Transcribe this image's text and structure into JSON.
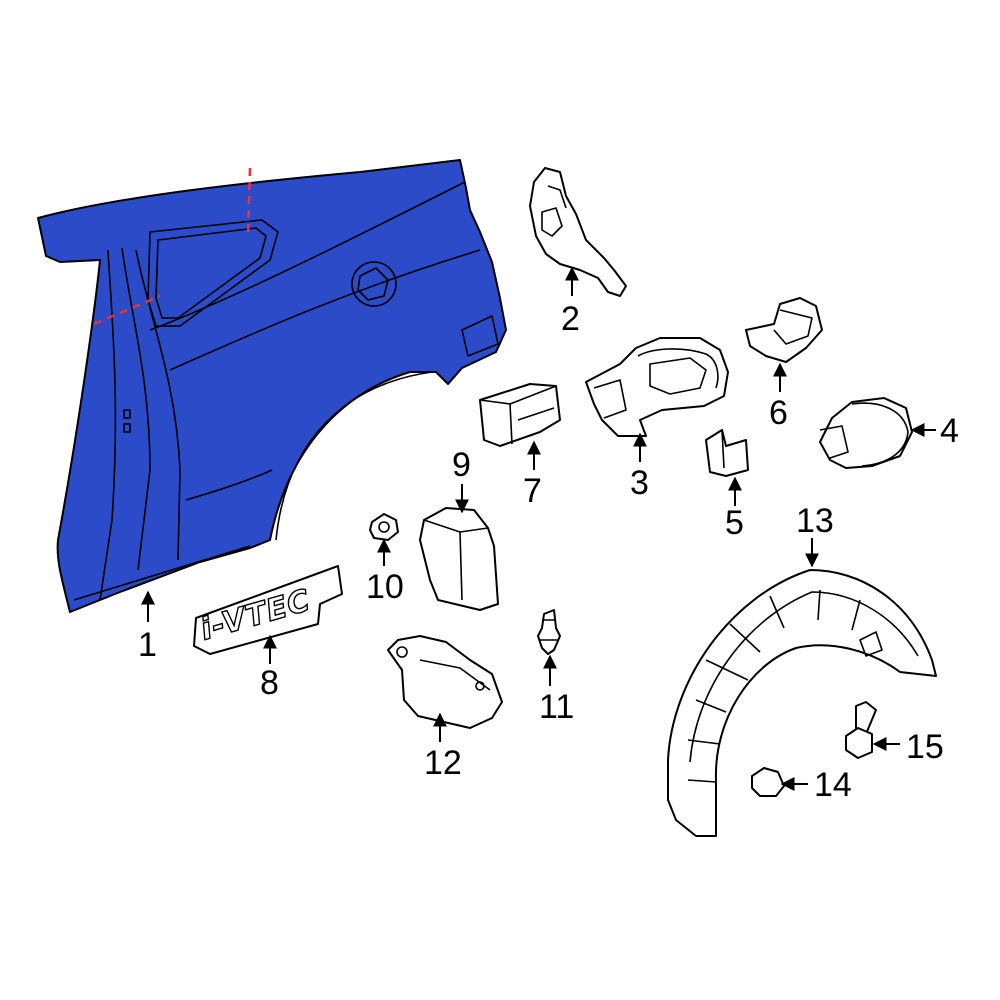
{
  "colors": {
    "highlight_fill": "#2b4bc8",
    "outline": "#000000",
    "cut_line": "#e8323c",
    "background": "#ffffff"
  },
  "emblem_text": "i-VTEC",
  "callouts": {
    "p1": "1",
    "p2": "2",
    "p3": "3",
    "p4": "4",
    "p5": "5",
    "p6": "6",
    "p7": "7",
    "p8": "8",
    "p9": "9",
    "p10": "10",
    "p11": "11",
    "p12": "12",
    "p13": "13",
    "p14": "14",
    "p15": "15"
  }
}
